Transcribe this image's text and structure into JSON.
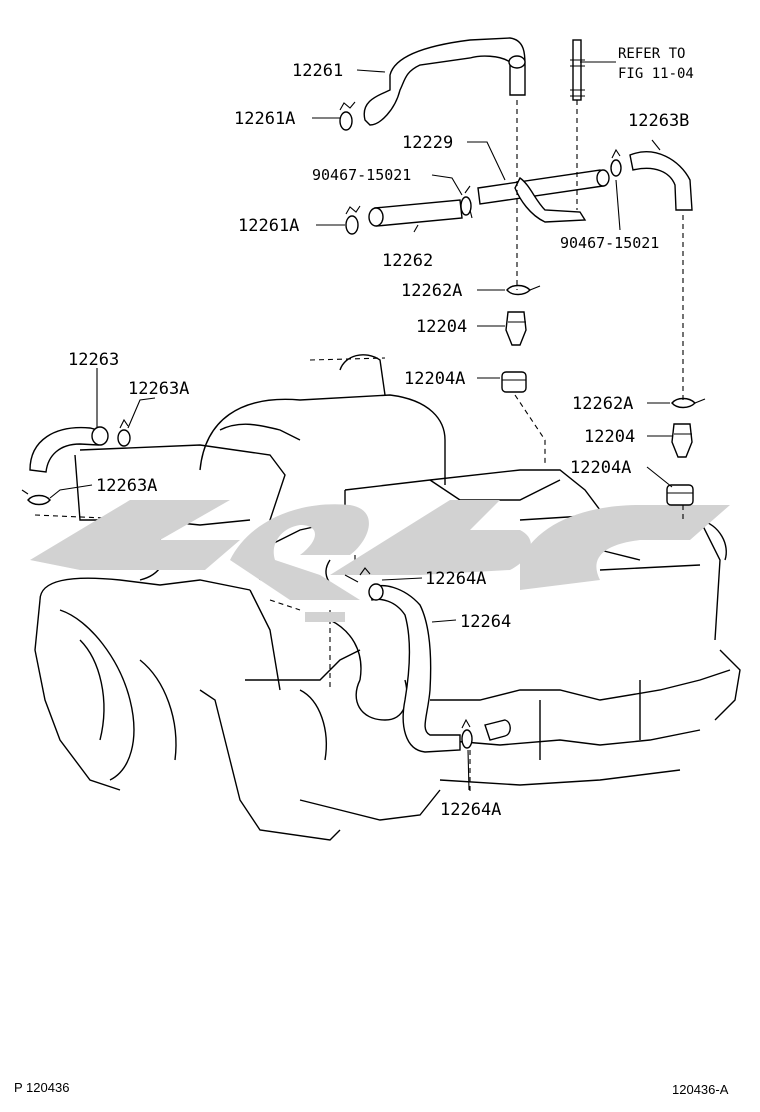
{
  "labels": {
    "l12261": "12261",
    "l12261a_1": "12261A",
    "l12261a_2": "12261A",
    "l12229": "12229",
    "l90467_1": "90467-15021",
    "l90467_2": "90467-15021",
    "l12262": "12262",
    "l12262a_1": "12262A",
    "l12262a_2": "12262A",
    "l12204_1": "12204",
    "l12204_2": "12204",
    "l12204a_1": "12204A",
    "l12204a_2": "12204A",
    "l12263": "12263",
    "l12263a_1": "12263A",
    "l12263a_2": "12263A",
    "l12263b": "12263B",
    "l12264": "12264",
    "l12264a_1": "12264A",
    "l12264a_2": "12264A",
    "refer_line1": "REFER TO",
    "refer_line2": "FIG 11-04"
  },
  "footer": {
    "left": "P 120436",
    "right": "120436-A"
  }
}
